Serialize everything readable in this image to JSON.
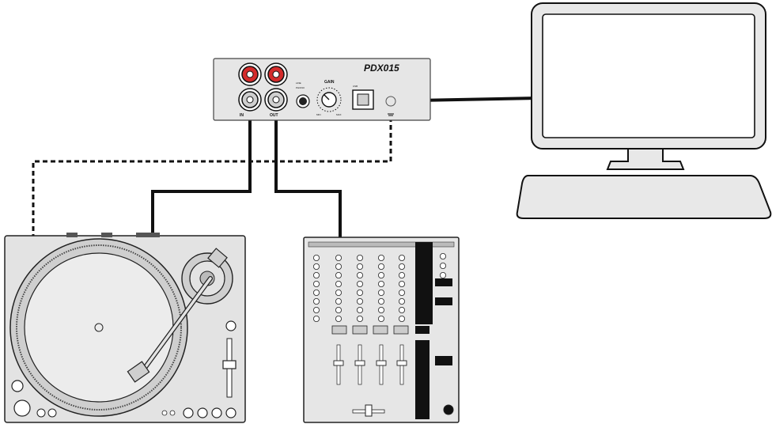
{
  "interface": {
    "model": "PDX015",
    "usb_label": "USB",
    "line_label": "LINE",
    "phono_label": "PHONO",
    "gain_label": "GAIN",
    "gain_min_label": "MIN",
    "gain_max_label": "MAX",
    "in_label": "IN",
    "out_label": "OUT"
  },
  "colors": {
    "device_fill": "#e6e6e6",
    "rca_red": "#d42b2b",
    "cable": "#111111"
  },
  "icons": [
    "monitor-icon",
    "keyboard-icon",
    "turntable-icon",
    "dj-mixer-icon",
    "usb-port-icon",
    "gain-knob-icon"
  ]
}
